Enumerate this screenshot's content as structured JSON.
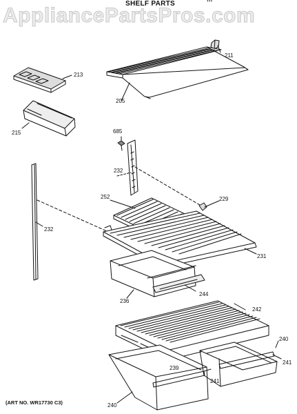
{
  "watermark": "AppliancePartsPros.com",
  "title": "SHELF PARTS",
  "title_fragment": "...",
  "art_note": "(ART NO. WR17730 C3)",
  "callouts": [
    "205",
    "211",
    "213",
    "215",
    "685",
    "232",
    "252",
    "229",
    "232",
    "231",
    "236",
    "244",
    "242",
    "240",
    "241",
    "239",
    "241",
    "240"
  ]
}
